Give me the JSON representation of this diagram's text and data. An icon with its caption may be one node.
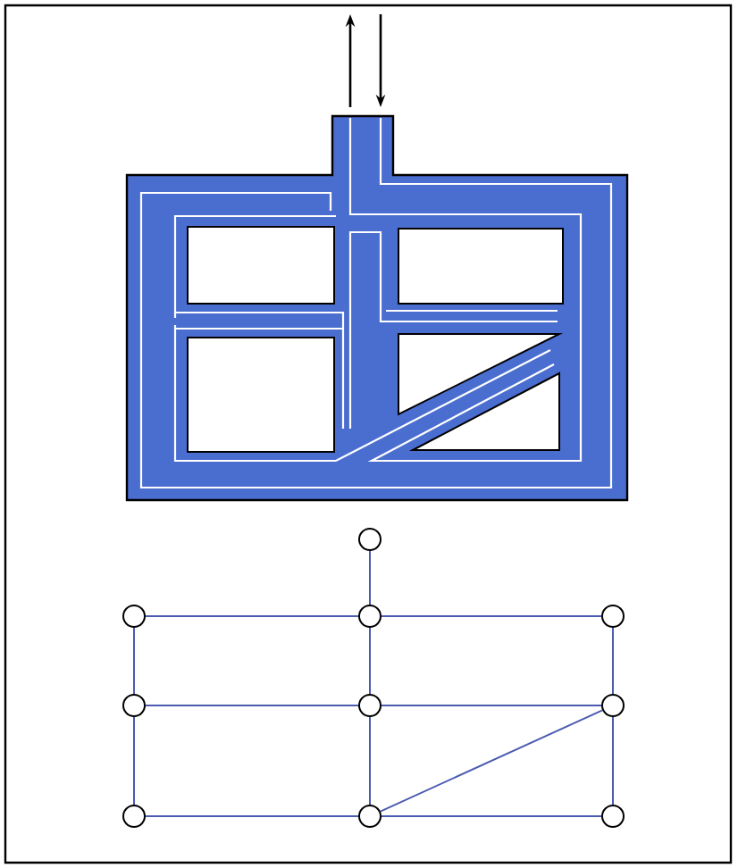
{
  "diagram": {
    "nodes": [
      {
        "text": [],
        "shape": "circle"
      },
      {
        "text": [],
        "shape": "circle"
      },
      {
        "text": [],
        "shape": "circle"
      },
      {
        "text": [],
        "shape": "circle"
      },
      {
        "text": [],
        "shape": "circle"
      },
      {
        "text": [],
        "shape": "circle"
      },
      {
        "text": [],
        "shape": "circle"
      },
      {
        "text": [],
        "shape": "circle"
      },
      {
        "text": [],
        "shape": "circle"
      },
      {
        "text": [],
        "shape": "circle"
      }
    ],
    "edges": [
      {
        "from": 0,
        "to": 2,
        "arrow": "none"
      },
      {
        "from": 1,
        "to": 2,
        "arrow": "none"
      },
      {
        "from": 2,
        "to": 3,
        "arrow": "none"
      },
      {
        "from": 1,
        "to": 4,
        "arrow": "none"
      },
      {
        "from": 2,
        "to": 5,
        "arrow": "none"
      },
      {
        "from": 3,
        "to": 6,
        "arrow": "none"
      },
      {
        "from": 4,
        "to": 5,
        "arrow": "none"
      },
      {
        "from": 5,
        "to": 6,
        "arrow": "none"
      },
      {
        "from": 4,
        "to": 7,
        "arrow": "none"
      },
      {
        "from": 5,
        "to": 8,
        "arrow": "none"
      },
      {
        "from": 6,
        "to": 9,
        "arrow": "none"
      },
      {
        "from": 7,
        "to": 8,
        "arrow": "none"
      },
      {
        "from": 8,
        "to": 9,
        "arrow": "none"
      },
      {
        "from": 8,
        "to": 6,
        "arrow": "none"
      }
    ]
  }
}
